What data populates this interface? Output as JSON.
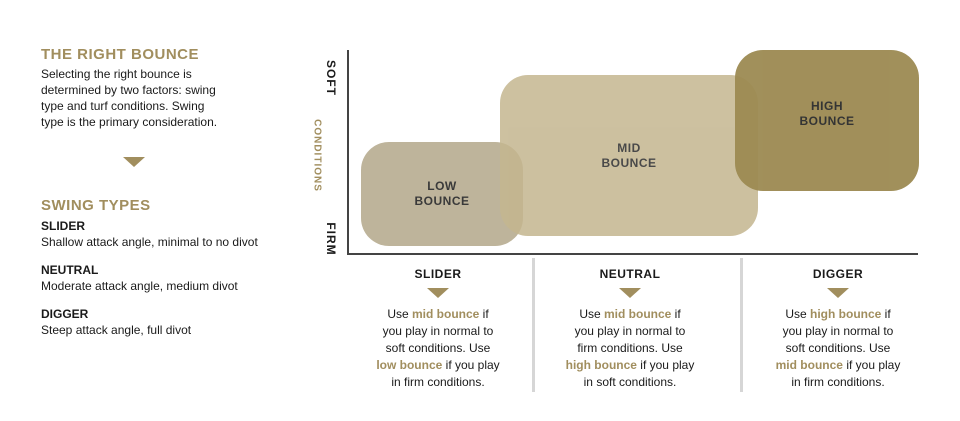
{
  "intro": {
    "title": "THE RIGHT BOUNCE",
    "text_lines": [
      "Selecting the right bounce is",
      "determined by two factors: swing",
      "type and turf conditions.  Swing",
      "type is the primary consideration."
    ]
  },
  "swing_types": {
    "title": "SWING TYPES",
    "items": [
      {
        "name": "SLIDER",
        "desc": "Shallow attack angle, minimal to no divot"
      },
      {
        "name": "NEUTRAL",
        "desc": "Moderate attack angle, medium divot"
      },
      {
        "name": "DIGGER",
        "desc": "Steep attack angle, full divot"
      }
    ]
  },
  "chart": {
    "y_top_label": "SOFT",
    "y_bottom_label": "FIRM",
    "y_axis_label": "CONDITIONS",
    "boxes": {
      "low": {
        "line1": "LOW",
        "line2": "BOUNCE",
        "color": "#b9ae93"
      },
      "mid": {
        "line1": "MID",
        "line2": "BOUNCE",
        "color": "#c4b68f"
      },
      "high": {
        "line1": "HIGH",
        "line2": "BOUNCE",
        "color": "#9c8a52"
      }
    }
  },
  "columns": [
    {
      "title": "SLIDER",
      "lines": [
        [
          {
            "t": "Use "
          },
          {
            "t": "mid bounce",
            "hl": true
          },
          {
            "t": " if"
          }
        ],
        [
          {
            "t": "you play in normal to"
          }
        ],
        [
          {
            "t": "soft conditions.  Use"
          }
        ],
        [
          {
            "t": "low bounce",
            "hl": true
          },
          {
            "t": " if you play"
          }
        ],
        [
          {
            "t": "in firm conditions."
          }
        ]
      ]
    },
    {
      "title": "NEUTRAL",
      "lines": [
        [
          {
            "t": "Use "
          },
          {
            "t": "mid bounce",
            "hl": true
          },
          {
            "t": " if"
          }
        ],
        [
          {
            "t": "you play in normal to"
          }
        ],
        [
          {
            "t": "firm conditions.  Use"
          }
        ],
        [
          {
            "t": "high bounce",
            "hl": true
          },
          {
            "t": " if you play"
          }
        ],
        [
          {
            "t": "in soft conditions."
          }
        ]
      ]
    },
    {
      "title": "DIGGER",
      "lines": [
        [
          {
            "t": "Use "
          },
          {
            "t": "high bounce",
            "hl": true
          },
          {
            "t": " if"
          }
        ],
        [
          {
            "t": "you play in normal to"
          }
        ],
        [
          {
            "t": "soft conditions.  Use"
          }
        ],
        [
          {
            "t": "mid bounce",
            "hl": true
          },
          {
            "t": " if you play"
          }
        ],
        [
          {
            "t": "in firm conditions."
          }
        ]
      ]
    }
  ]
}
